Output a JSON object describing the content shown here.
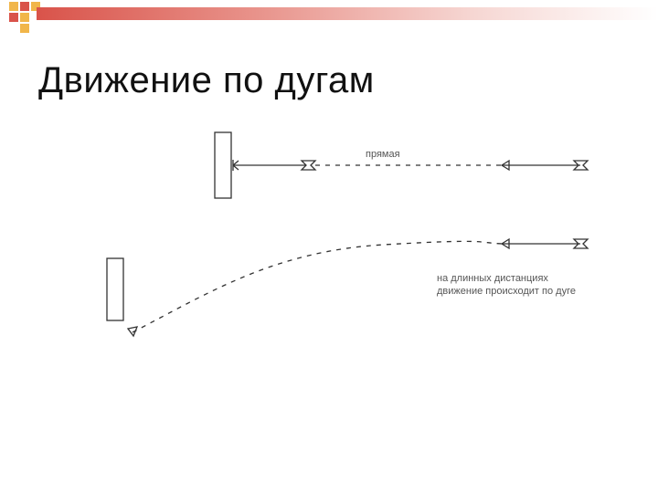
{
  "slide": {
    "title": "Движение по дугам",
    "accent_color": "#d9534a",
    "accent_light": "#f1b64a"
  },
  "diagram": {
    "straight_label": "прямая",
    "arc_label_line1": "на длинных дистанциях",
    "arc_label_line2": "движение происходит по дуге"
  }
}
